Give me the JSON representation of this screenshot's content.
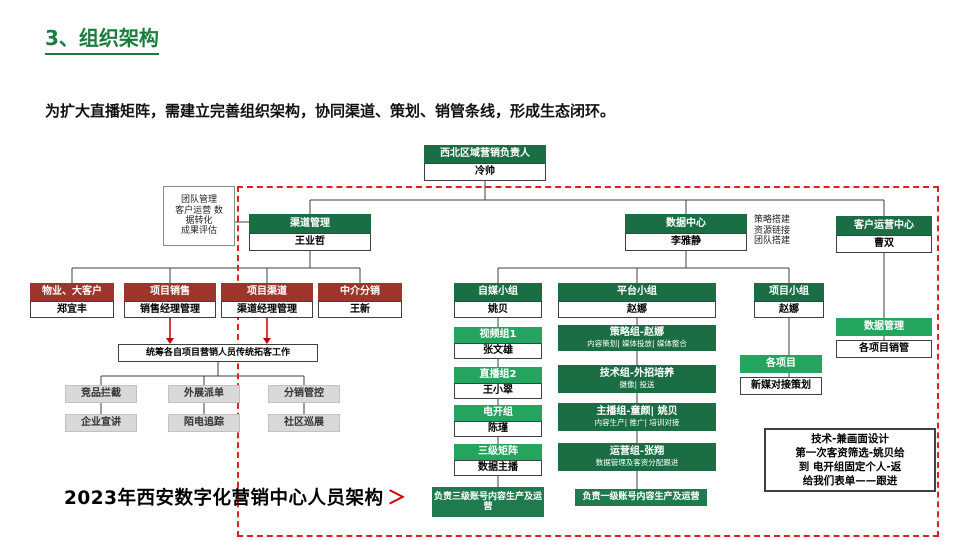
{
  "slide": {
    "title": "3、组织架构",
    "intro": "为扩大直播矩阵，需建立完善组织架构，协同渠道、策划、销管条线，形成生态闭环。",
    "bottom_heading": "2023年西安数字化营销中心人员架构",
    "bottom_arrow": "＞"
  },
  "colors": {
    "title_green": "#1a7c3d",
    "header_green": "#1b6e44",
    "mid_green": "#23a45f",
    "maroon_red": "#9e352b",
    "dashed_border_red": "#e02020",
    "arrow_red": "#c00000",
    "gray_box": "#d9d9d9"
  },
  "org": {
    "root": {
      "title": "西北区域营销负责人",
      "name": "冷帅"
    },
    "left_note": "团队管理\n客户运营 数\n据转化\n成果评估",
    "strategy_note": "策略搭建\n资源链接\n团队搭建",
    "level2": [
      {
        "title": "渠道管理",
        "name": "王业哲"
      },
      {
        "title": "数据中心",
        "name": "李雅静"
      },
      {
        "title": "客户运营中心",
        "name": "曹双"
      }
    ],
    "channel_groups": [
      {
        "title": "物业、大客户",
        "name": "郑宜丰"
      },
      {
        "title": "项目销售",
        "name": "销售经理管理"
      },
      {
        "title": "项目渠道",
        "name": "渠道经理管理"
      },
      {
        "title": "中介分销",
        "name": "王新"
      }
    ],
    "coordination_note": "统筹各自项目营销人员传统拓客工作",
    "field_tasks": [
      "竞品拦截",
      "外展派单",
      "分销管控",
      "企业宣讲",
      "陌电追踪",
      "社区巡展"
    ],
    "media_group": {
      "title": "自媒小组",
      "name": "姚贝",
      "chain": [
        {
          "title": "视频组1",
          "name": "张文雄"
        },
        {
          "title": "直播组2",
          "name": "王小翠"
        },
        {
          "title": "电开组",
          "name": "陈瑾"
        },
        {
          "title": "三级矩阵",
          "name": "数据主播"
        }
      ],
      "footer": "负责三级账号内容生产及运营"
    },
    "platform_group": {
      "title": "平台小组",
      "name": "赵娜",
      "teams": [
        {
          "title": "策略组-赵娜",
          "desc": "内容策划| 媒体投放| 媒体整合"
        },
        {
          "title": "技术组-外招培养",
          "desc": "摄像| 投送"
        },
        {
          "title": "主播组-童颜| 姚贝",
          "desc": "内容生产| 推广| 培训对接"
        },
        {
          "title": "运营组-张翔",
          "desc": "数据管理及客资分配跟进"
        }
      ],
      "footer": "负责一级账号内容生产及运营"
    },
    "project_group": {
      "title": "项目小组",
      "name": "赵娜",
      "items": [
        "各项目",
        "新媒对接策划"
      ]
    },
    "customer_ops": {
      "items": [
        "数据管理",
        "各项目销管"
      ]
    },
    "note_box": "技术-兼画面设计\n第一次客资筛选-姚贝给\n到 电开组固定个人-返\n给我们表单——跟进"
  }
}
